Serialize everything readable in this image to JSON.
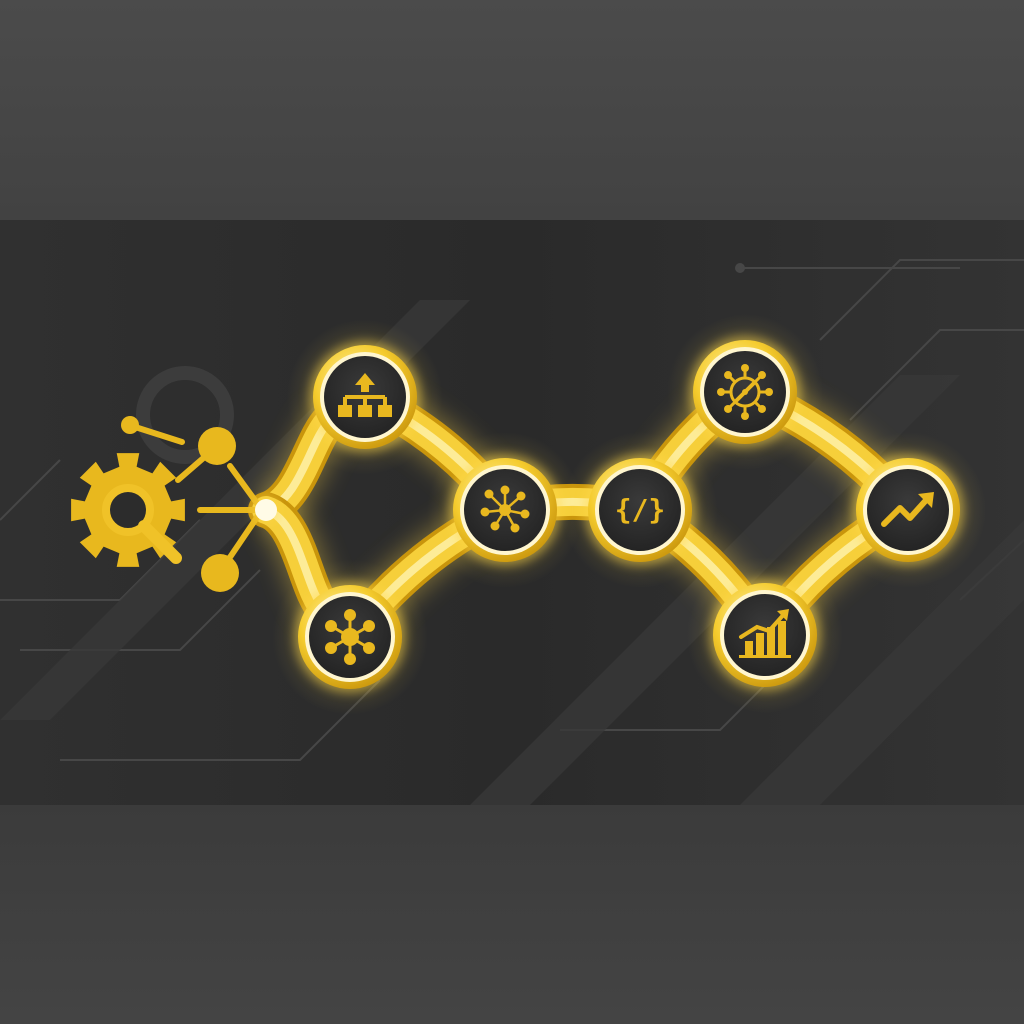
{
  "colors": {
    "background_top": "#4a4a4a",
    "background_band": "#2c2c2c",
    "background_bottom": "#3d3d3d",
    "circuit_lines": "#4f4f4f",
    "gold": "#f2c21c",
    "gold_glow": "#ffe27a",
    "node_fill": "#2b2b2b",
    "icon_gold": "#e9b81f"
  },
  "diagram": {
    "source_icon": "gear-magnifier-icon",
    "nodes": [
      {
        "id": "hierarchy",
        "icon": "hierarchy-icon"
      },
      {
        "id": "hub",
        "icon": "hub-network-icon"
      },
      {
        "id": "network",
        "icon": "network-nodes-icon"
      },
      {
        "id": "code",
        "icon": "code-braces-icon",
        "text": "{/}"
      },
      {
        "id": "compass",
        "icon": "compass-network-icon"
      },
      {
        "id": "trend",
        "icon": "trend-up-icon"
      },
      {
        "id": "bars",
        "icon": "bar-chart-growth-icon"
      }
    ],
    "edges": [
      [
        "hierarchy",
        "network"
      ],
      [
        "hub",
        "network"
      ],
      [
        "network",
        "code"
      ],
      [
        "code",
        "compass"
      ],
      [
        "code",
        "bars"
      ],
      [
        "compass",
        "trend"
      ],
      [
        "bars",
        "trend"
      ]
    ]
  }
}
